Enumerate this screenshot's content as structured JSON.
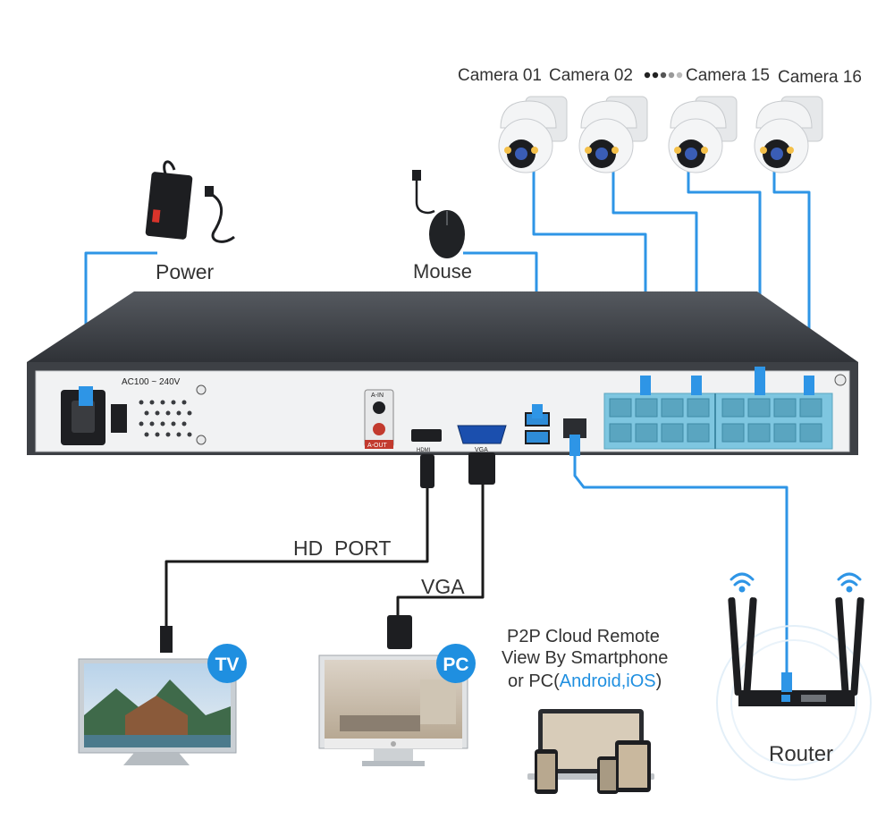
{
  "cameras": [
    {
      "label": "Camera 01"
    },
    {
      "label": "Camera 02"
    },
    {
      "label": "Camera 15"
    },
    {
      "label": "Camera 16"
    }
  ],
  "labels": {
    "power": "Power",
    "mouse": "Mouse",
    "hd_port": "HD  PORT",
    "vga": "VGA",
    "router": "Router",
    "tv_badge": "TV",
    "pc_badge": "PC",
    "nvr_voltage": "AC100 ~ 240V",
    "audio_in": "A-IN",
    "audio_out": "A-OUT",
    "hdmi_port": "HDMI",
    "vga_port": "VGA"
  },
  "remote": {
    "line1": "P2P Cloud Remote",
    "line2": "View By Smartphone",
    "line3_prefix": "or PC(",
    "line3_highlight": "Android,iOS",
    "line3_suffix": ")"
  },
  "colors": {
    "cable_blue": "#2e95e6",
    "cable_black": "#1a1a1a",
    "badge_blue": "#1f8fe0",
    "highlight_blue": "#1f8fe0",
    "poe_panel": "#7ec6e0",
    "nvr_body": "#3d4045"
  }
}
